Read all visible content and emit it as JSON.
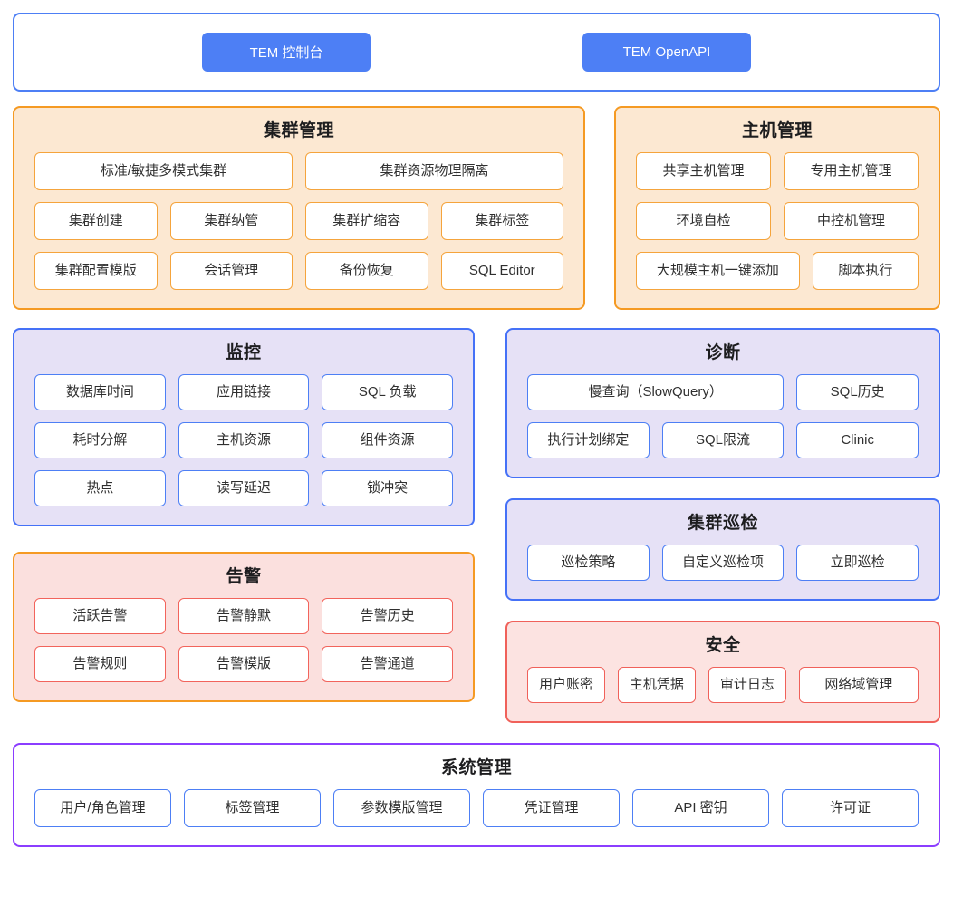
{
  "access": {
    "buttons": [
      {
        "label": "TEM 控制台"
      },
      {
        "label": "TEM OpenAPI"
      }
    ]
  },
  "sections": {
    "cluster_management": {
      "title": "集群管理",
      "rows": [
        [
          "标准/敏捷多模式集群",
          "集群资源物理隔离"
        ],
        [
          "集群创建",
          "集群纳管",
          "集群扩缩容",
          "集群标签"
        ],
        [
          "集群配置模版",
          "会话管理",
          "备份恢复",
          "SQL Editor"
        ]
      ]
    },
    "host_management": {
      "title": "主机管理",
      "rows": [
        [
          "共享主机管理",
          "专用主机管理"
        ],
        [
          "环境自检",
          "中控机管理"
        ],
        [
          "大规模主机一键添加",
          "脚本执行"
        ]
      ]
    },
    "monitoring": {
      "title": "监控",
      "rows": [
        [
          "数据库时间",
          "应用链接",
          "SQL 负载"
        ],
        [
          "耗时分解",
          "主机资源",
          "组件资源"
        ],
        [
          "热点",
          "读写延迟",
          "锁冲突"
        ]
      ]
    },
    "diagnosis": {
      "title": "诊断",
      "rows": [
        [
          "慢查询（SlowQuery）",
          "SQL历史"
        ],
        [
          "执行计划绑定",
          "SQL限流",
          "Clinic"
        ]
      ]
    },
    "cluster_inspection": {
      "title": "集群巡检",
      "rows": [
        [
          "巡检策略",
          "自定义巡检项",
          "立即巡检"
        ]
      ]
    },
    "alerting": {
      "title": "告警",
      "rows": [
        [
          "活跃告警",
          "告警静默",
          "告警历史"
        ],
        [
          "告警规则",
          "告警模版",
          "告警通道"
        ]
      ]
    },
    "security": {
      "title": "安全",
      "rows": [
        [
          "用户账密",
          "主机凭据",
          "审计日志",
          "网络域管理"
        ]
      ]
    },
    "system_management": {
      "title": "系统管理",
      "rows": [
        [
          "用户/角色管理",
          "标签管理",
          "参数模版管理",
          "凭证管理",
          "API 密钥",
          "许可证"
        ]
      ]
    }
  },
  "colors": {
    "accent_blue": "#4D7FF5",
    "accent_orange": "#F59A23",
    "accent_red": "#F0615A",
    "accent_violet": "#8B3DFF",
    "fill_orange": "#FCE8D2",
    "fill_purple": "#E6E1F6",
    "fill_pink": "#FBE0DE",
    "fill_red": "#FCE3E1"
  }
}
